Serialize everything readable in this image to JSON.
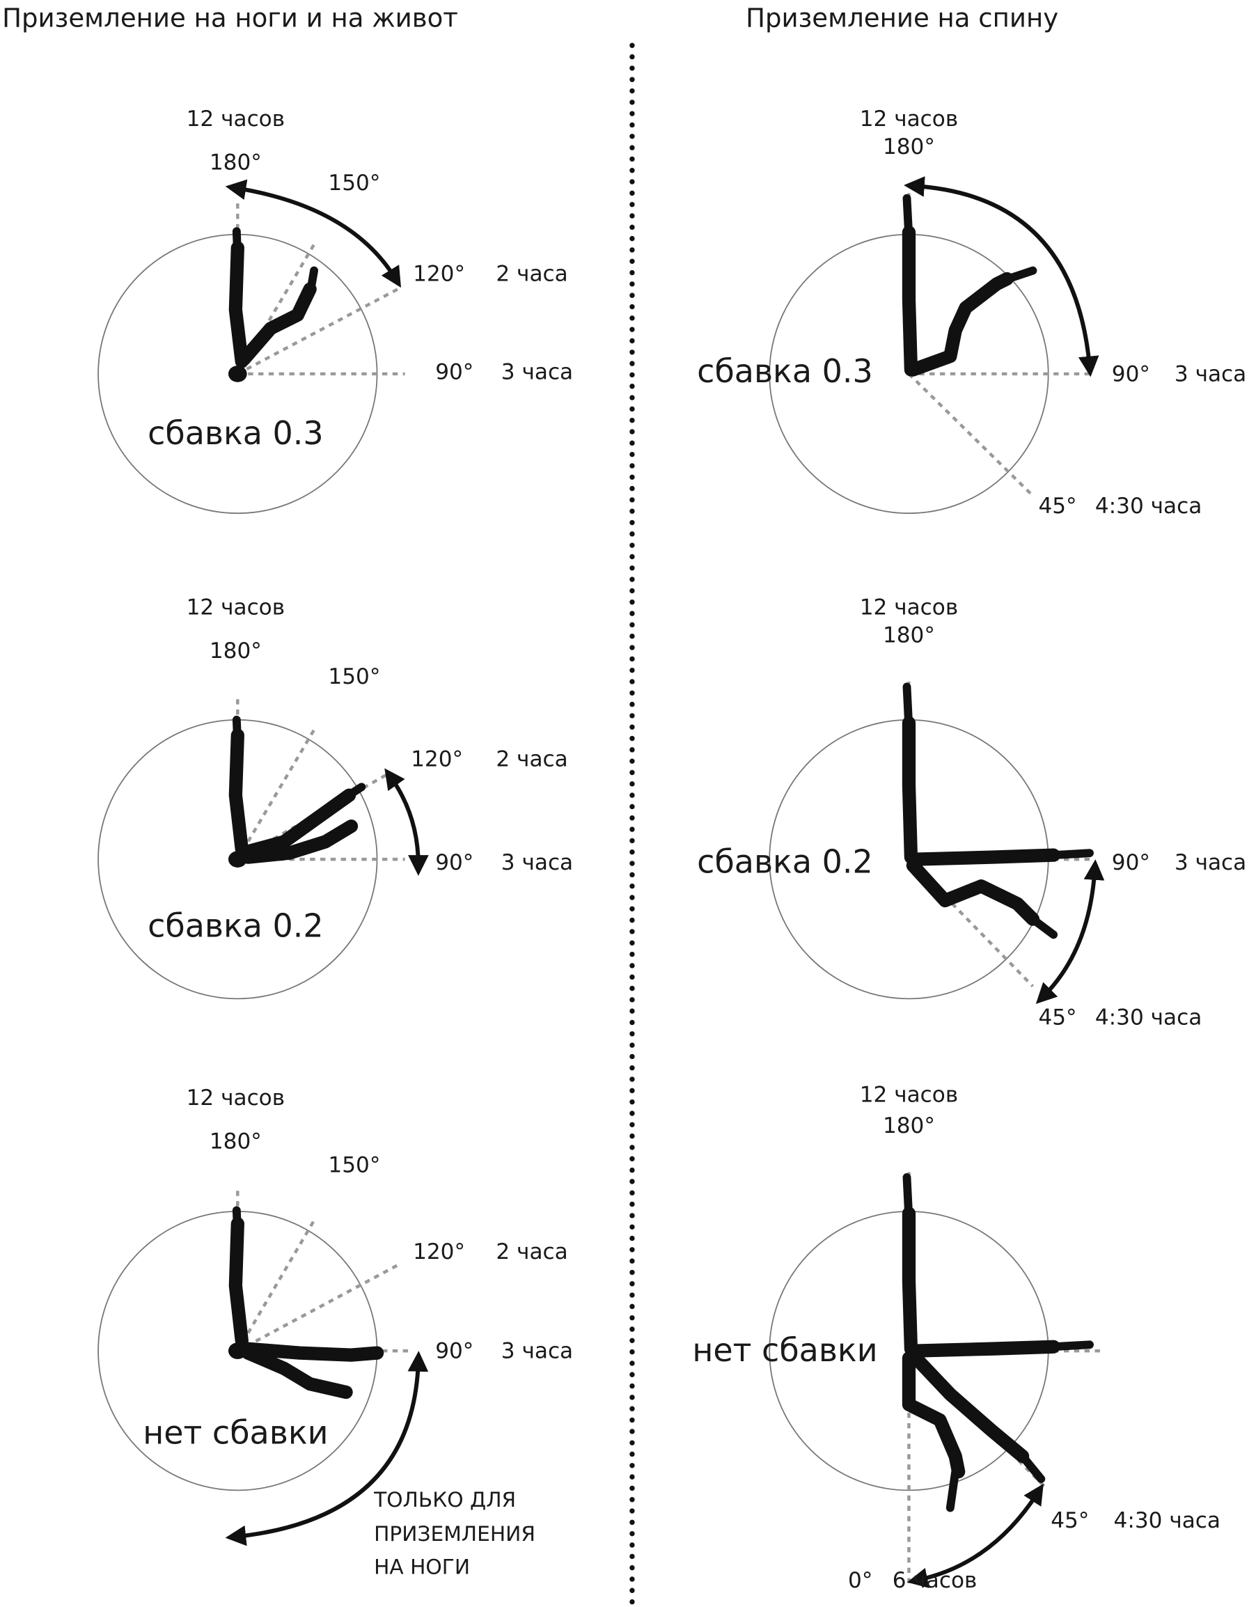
{
  "titles": {
    "left": "Приземление на ноги и на живот",
    "right": "Приземление на спину"
  },
  "left": [
    {
      "clock12": "12 часов",
      "d180": "180°",
      "d150": "150°",
      "d120": "120°",
      "clock2": "2 часа",
      "d90": "90°",
      "clock3": "3 часа",
      "deduction": "сбавка 0.3"
    },
    {
      "clock12": "12 часов",
      "d180": "180°",
      "d150": "150°",
      "d120": "120°",
      "clock2": "2 часа",
      "d90": "90°",
      "clock3": "3 часа",
      "deduction": "сбавка 0.2"
    },
    {
      "clock12": "12 часов",
      "d180": "180°",
      "d150": "150°",
      "d120": "120°",
      "clock2": "2 часа",
      "d90": "90°",
      "clock3": "3 часа",
      "deduction": "нет сбавки",
      "note": [
        "ТОЛЬКО ДЛЯ",
        "ПРИЗЕМЛЕНИЯ",
        "НА НОГИ"
      ]
    }
  ],
  "right": [
    {
      "clock12": "12 часов",
      "d180": "180°",
      "d90": "90°",
      "clock3": "3 часа",
      "d45": "45°",
      "clock430": "4:30 часа",
      "deduction": "сбавка 0.3"
    },
    {
      "clock12": "12 часов",
      "d180": "180°",
      "d90": "90°",
      "clock3": "3 часа",
      "d45": "45°",
      "clock430": "4:30 часа",
      "deduction": "сбавка 0.2"
    },
    {
      "clock12": "12 часов",
      "d180": "180°",
      "d45": "45°",
      "clock430": "4:30 часа",
      "d0": "0°",
      "clock6": "6 часов",
      "deduction": "нет сбавки"
    }
  ]
}
